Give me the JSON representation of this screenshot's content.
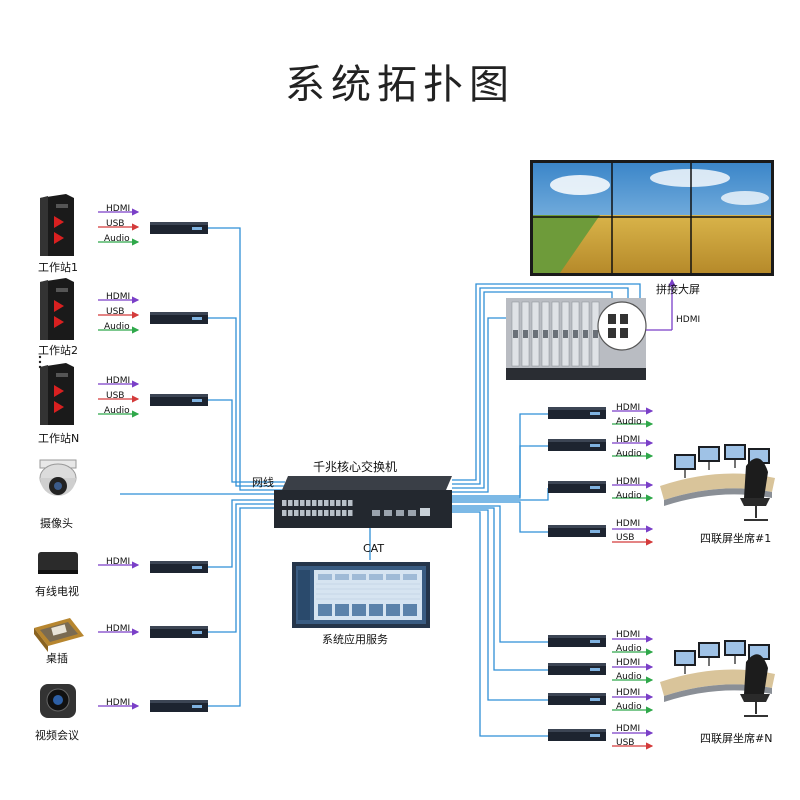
{
  "title": "系统拓扑图",
  "workstations": [
    {
      "label": "工作站1",
      "signals": [
        "HDMI",
        "USB",
        "Audio"
      ]
    },
    {
      "label": "工作站2",
      "signals": [
        "HDMI",
        "USB",
        "Audio"
      ]
    },
    {
      "label": "工作站N",
      "signals": [
        "HDMI",
        "USB",
        "Audio"
      ]
    }
  ],
  "sources": [
    {
      "label": "摄像头"
    },
    {
      "label": "有线电视",
      "signal": "HDMI"
    },
    {
      "label": "桌插",
      "signal": "HDMI"
    },
    {
      "label": "视频会议",
      "signal": "HDMI"
    }
  ],
  "network_label": "网线",
  "switch_label": "千兆核心交换机",
  "cat_label": "CAT",
  "server_label": "系统应用服务",
  "video_wall_label": "拼接大屏",
  "video_wall_signal": "HDMI",
  "seat1": {
    "label": "四联屏坐席#1",
    "receivers": [
      {
        "signals": [
          "HDMI",
          "Audio"
        ]
      },
      {
        "signals": [
          "HDMI",
          "Audio"
        ]
      },
      {
        "signals": [
          "HDMI",
          "Audio"
        ]
      },
      {
        "signals": [
          "HDMI",
          "USB"
        ]
      }
    ]
  },
  "seatN": {
    "label": "四联屏坐席#N",
    "receivers": [
      {
        "signals": [
          "HDMI",
          "Audio"
        ]
      },
      {
        "signals": [
          "HDMI",
          "Audio"
        ]
      },
      {
        "signals": [
          "HDMI",
          "Audio"
        ]
      },
      {
        "signals": [
          "HDMI",
          "USB"
        ]
      }
    ]
  },
  "colors": {
    "cable": "#2f8fd6",
    "hdmi": "#7a3fc8",
    "usb": "#d43b3b",
    "audio": "#2fa84a",
    "device": "#1d2430"
  }
}
